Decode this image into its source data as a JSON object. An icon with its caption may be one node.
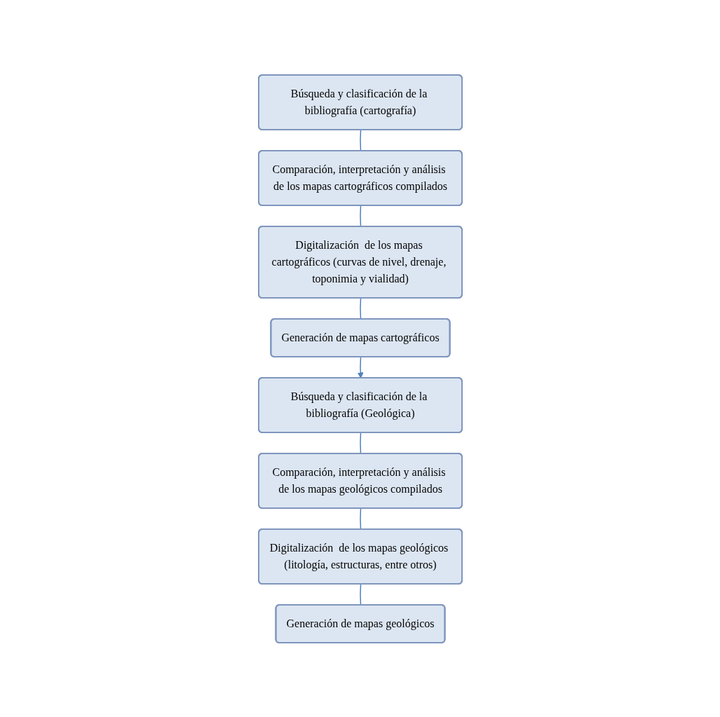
{
  "diagram": {
    "nodes": [
      {
        "text": [
          "Búsqueda y clasificación de la bibliografía (cartografía)"
        ]
      },
      {
        "text": [
          "Comparación, interpretación y análisis de los mapas cartográficos compilados"
        ]
      },
      {
        "text": [
          "Digitalización  de los mapas cartográficos (curvas de nivel, drenaje, toponimia y vialidad)"
        ]
      },
      {
        "text": [
          "Generación de mapas cartográficos"
        ]
      },
      {
        "text": [
          "Búsqueda y clasificación de la bibliografía (Geológica)"
        ]
      },
      {
        "text": [
          "Comparación, interpretación y análisis de los mapas geológicos compilados"
        ]
      },
      {
        "text": [
          "Digitalización  de los mapas geológicos (litología, estructuras, entre otros)"
        ]
      },
      {
        "text": [
          "Generación de mapas geológicos"
        ]
      }
    ],
    "edges": [
      {
        "from": 0,
        "to": 1,
        "arrow": "none"
      },
      {
        "from": 1,
        "to": 2,
        "arrow": "none"
      },
      {
        "from": 2,
        "to": 3,
        "arrow": "none"
      },
      {
        "from": 3,
        "to": 4,
        "arrow": "to"
      },
      {
        "from": 4,
        "to": 5,
        "arrow": "none"
      },
      {
        "from": 5,
        "to": 6,
        "arrow": "none"
      },
      {
        "from": 6,
        "to": 7,
        "arrow": "none"
      }
    ]
  }
}
